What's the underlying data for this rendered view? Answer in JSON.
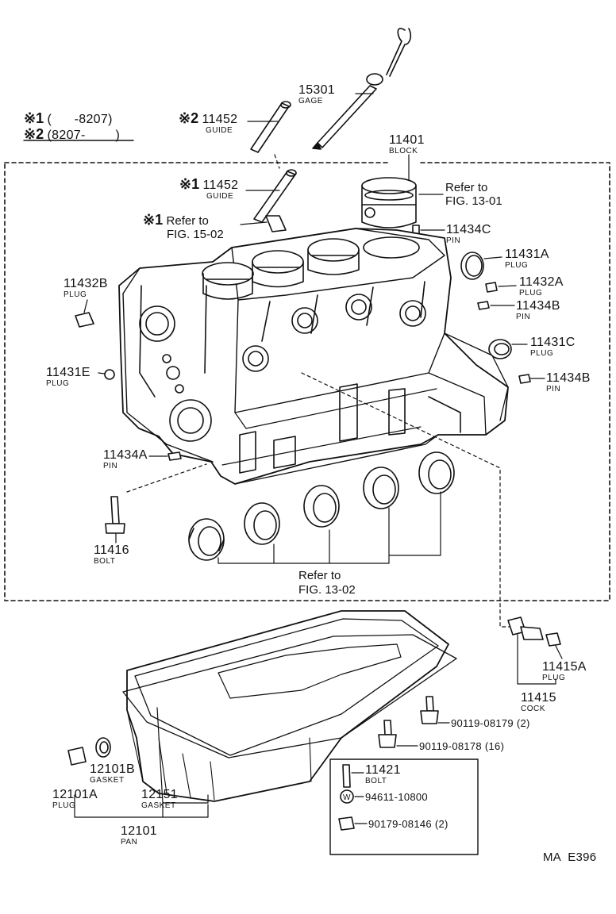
{
  "legend": {
    "line1": {
      "mark": "※1",
      "range": "(      -8207)"
    },
    "line2": {
      "mark": "※2",
      "range": "(8207-        )"
    }
  },
  "parts": {
    "p11452_top": {
      "mark": "※2",
      "number": "11452",
      "name": "GUIDE"
    },
    "p15301": {
      "number": "15301",
      "name": "GAGE"
    },
    "p11401": {
      "number": "11401",
      "name": "BLOCK"
    },
    "p11452_mid": {
      "mark": "※1",
      "number": "11452",
      "name": "GUIDE"
    },
    "ref_15_02": {
      "mark": "※1",
      "line1": "Refer to",
      "line2": "FIG. 15-02"
    },
    "ref_13_01": {
      "line1": "Refer to",
      "line2": "FIG. 13-01"
    },
    "p11434C": {
      "number": "11434C",
      "name": "PIN"
    },
    "p11431A": {
      "number": "11431A",
      "name": "PLUG"
    },
    "p11432A": {
      "number": "11432A",
      "name": "PLUG"
    },
    "p11434B_1": {
      "number": "11434B",
      "name": "PIN"
    },
    "p11431C": {
      "number": "11431C",
      "name": "PLUG"
    },
    "p11434B_2": {
      "number": "11434B",
      "name": "PIN"
    },
    "p11432B": {
      "number": "11432B",
      "name": "PLUG"
    },
    "p11431E": {
      "number": "11431E",
      "name": "PLUG"
    },
    "p11434A": {
      "number": "11434A",
      "name": "PIN"
    },
    "p11416": {
      "number": "11416",
      "name": "BOLT"
    },
    "ref_13_02": {
      "line1": "Refer to",
      "line2": "FIG. 13-02"
    },
    "p11415A": {
      "number": "11415A",
      "name": "PLUG"
    },
    "p11415": {
      "number": "11415",
      "name": "COCK"
    },
    "p90119_08179": {
      "number": "90119-08179 (2)"
    },
    "p90119_08178": {
      "number": "90119-08178 (16)"
    },
    "p11421": {
      "number": "11421",
      "name": "BOLT"
    },
    "p94611": {
      "number": "94611-10800"
    },
    "p90179": {
      "number": "90179-08146 (2)"
    },
    "p12101B": {
      "number": "12101B",
      "name": "GASKET"
    },
    "p12101A": {
      "number": "12101A",
      "name": "PLUG"
    },
    "p12151": {
      "number": "12151",
      "name": "GASKET"
    },
    "p12101": {
      "number": "12101",
      "name": "PAN"
    }
  },
  "footer_code": "MA  E396"
}
